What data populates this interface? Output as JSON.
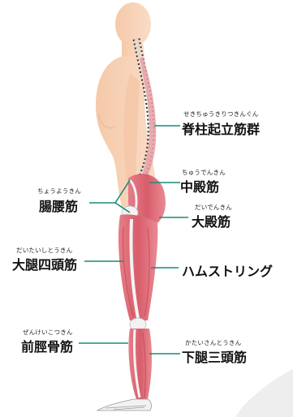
{
  "labels": {
    "erector_spinae": {
      "ruby": "せきちゅうきりつきんぐん",
      "text": "脊柱起立筋群"
    },
    "gluteus_medius": {
      "ruby": "ちゅうでんきん",
      "text": "中殿筋"
    },
    "iliopsoas": {
      "ruby": "ちょうようきん",
      "text": "腸腰筋"
    },
    "gluteus_maximus": {
      "ruby": "だいでんきん",
      "text": "大殿筋"
    },
    "quadriceps": {
      "ruby": "だいたいしとうきん",
      "text": "大腿四頭筋"
    },
    "hamstrings": {
      "ruby": "",
      "text": "ハムストリング"
    },
    "tibialis_anterior": {
      "ruby": "ぜんけいこつきん",
      "text": "前脛骨筋"
    },
    "triceps_surae": {
      "ruby": "かたいさんとうきん",
      "text": "下腿三頭筋"
    }
  },
  "colors": {
    "skin": "#f7cfb2",
    "muscle": "#e0707a",
    "muscle_dark": "#c9505d",
    "bone": "#f2f2f2",
    "leader_line": "#1a8a7a"
  }
}
